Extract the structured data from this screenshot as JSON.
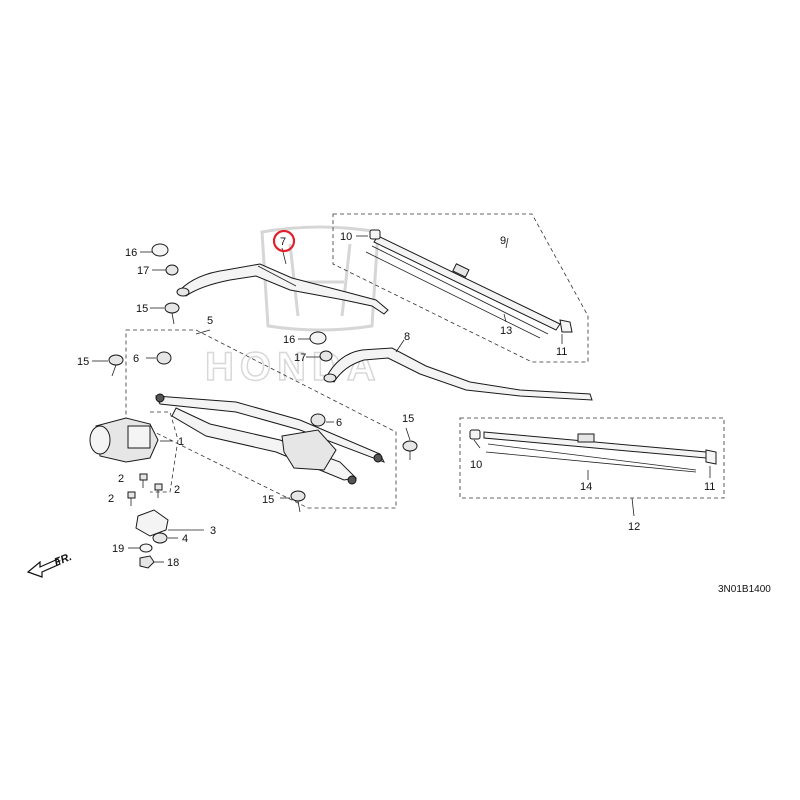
{
  "diagram": {
    "catalog_code": "3N01B1400",
    "direction_label": "FR.",
    "highlight_color": "#e0202a",
    "highlighted_part": "7",
    "watermark_logo": "honda-logo",
    "watermark_text": "HONDA"
  },
  "callouts": {
    "c1": "1",
    "c2a": "2",
    "c2b": "2",
    "c2c": "2",
    "c3": "3",
    "c4": "4",
    "c5": "5",
    "c6a": "6",
    "c6b": "6",
    "c7": "7",
    "c8": "8",
    "c9": "9",
    "c10a": "10",
    "c10b": "10",
    "c11a": "11",
    "c11b": "11",
    "c12": "12",
    "c13": "13",
    "c14": "14",
    "c15a": "15",
    "c15b": "15",
    "c15c": "15",
    "c15d": "15",
    "c16a": "16",
    "c16b": "16",
    "c17a": "17",
    "c17b": "17",
    "c18": "18",
    "c19": "19"
  }
}
